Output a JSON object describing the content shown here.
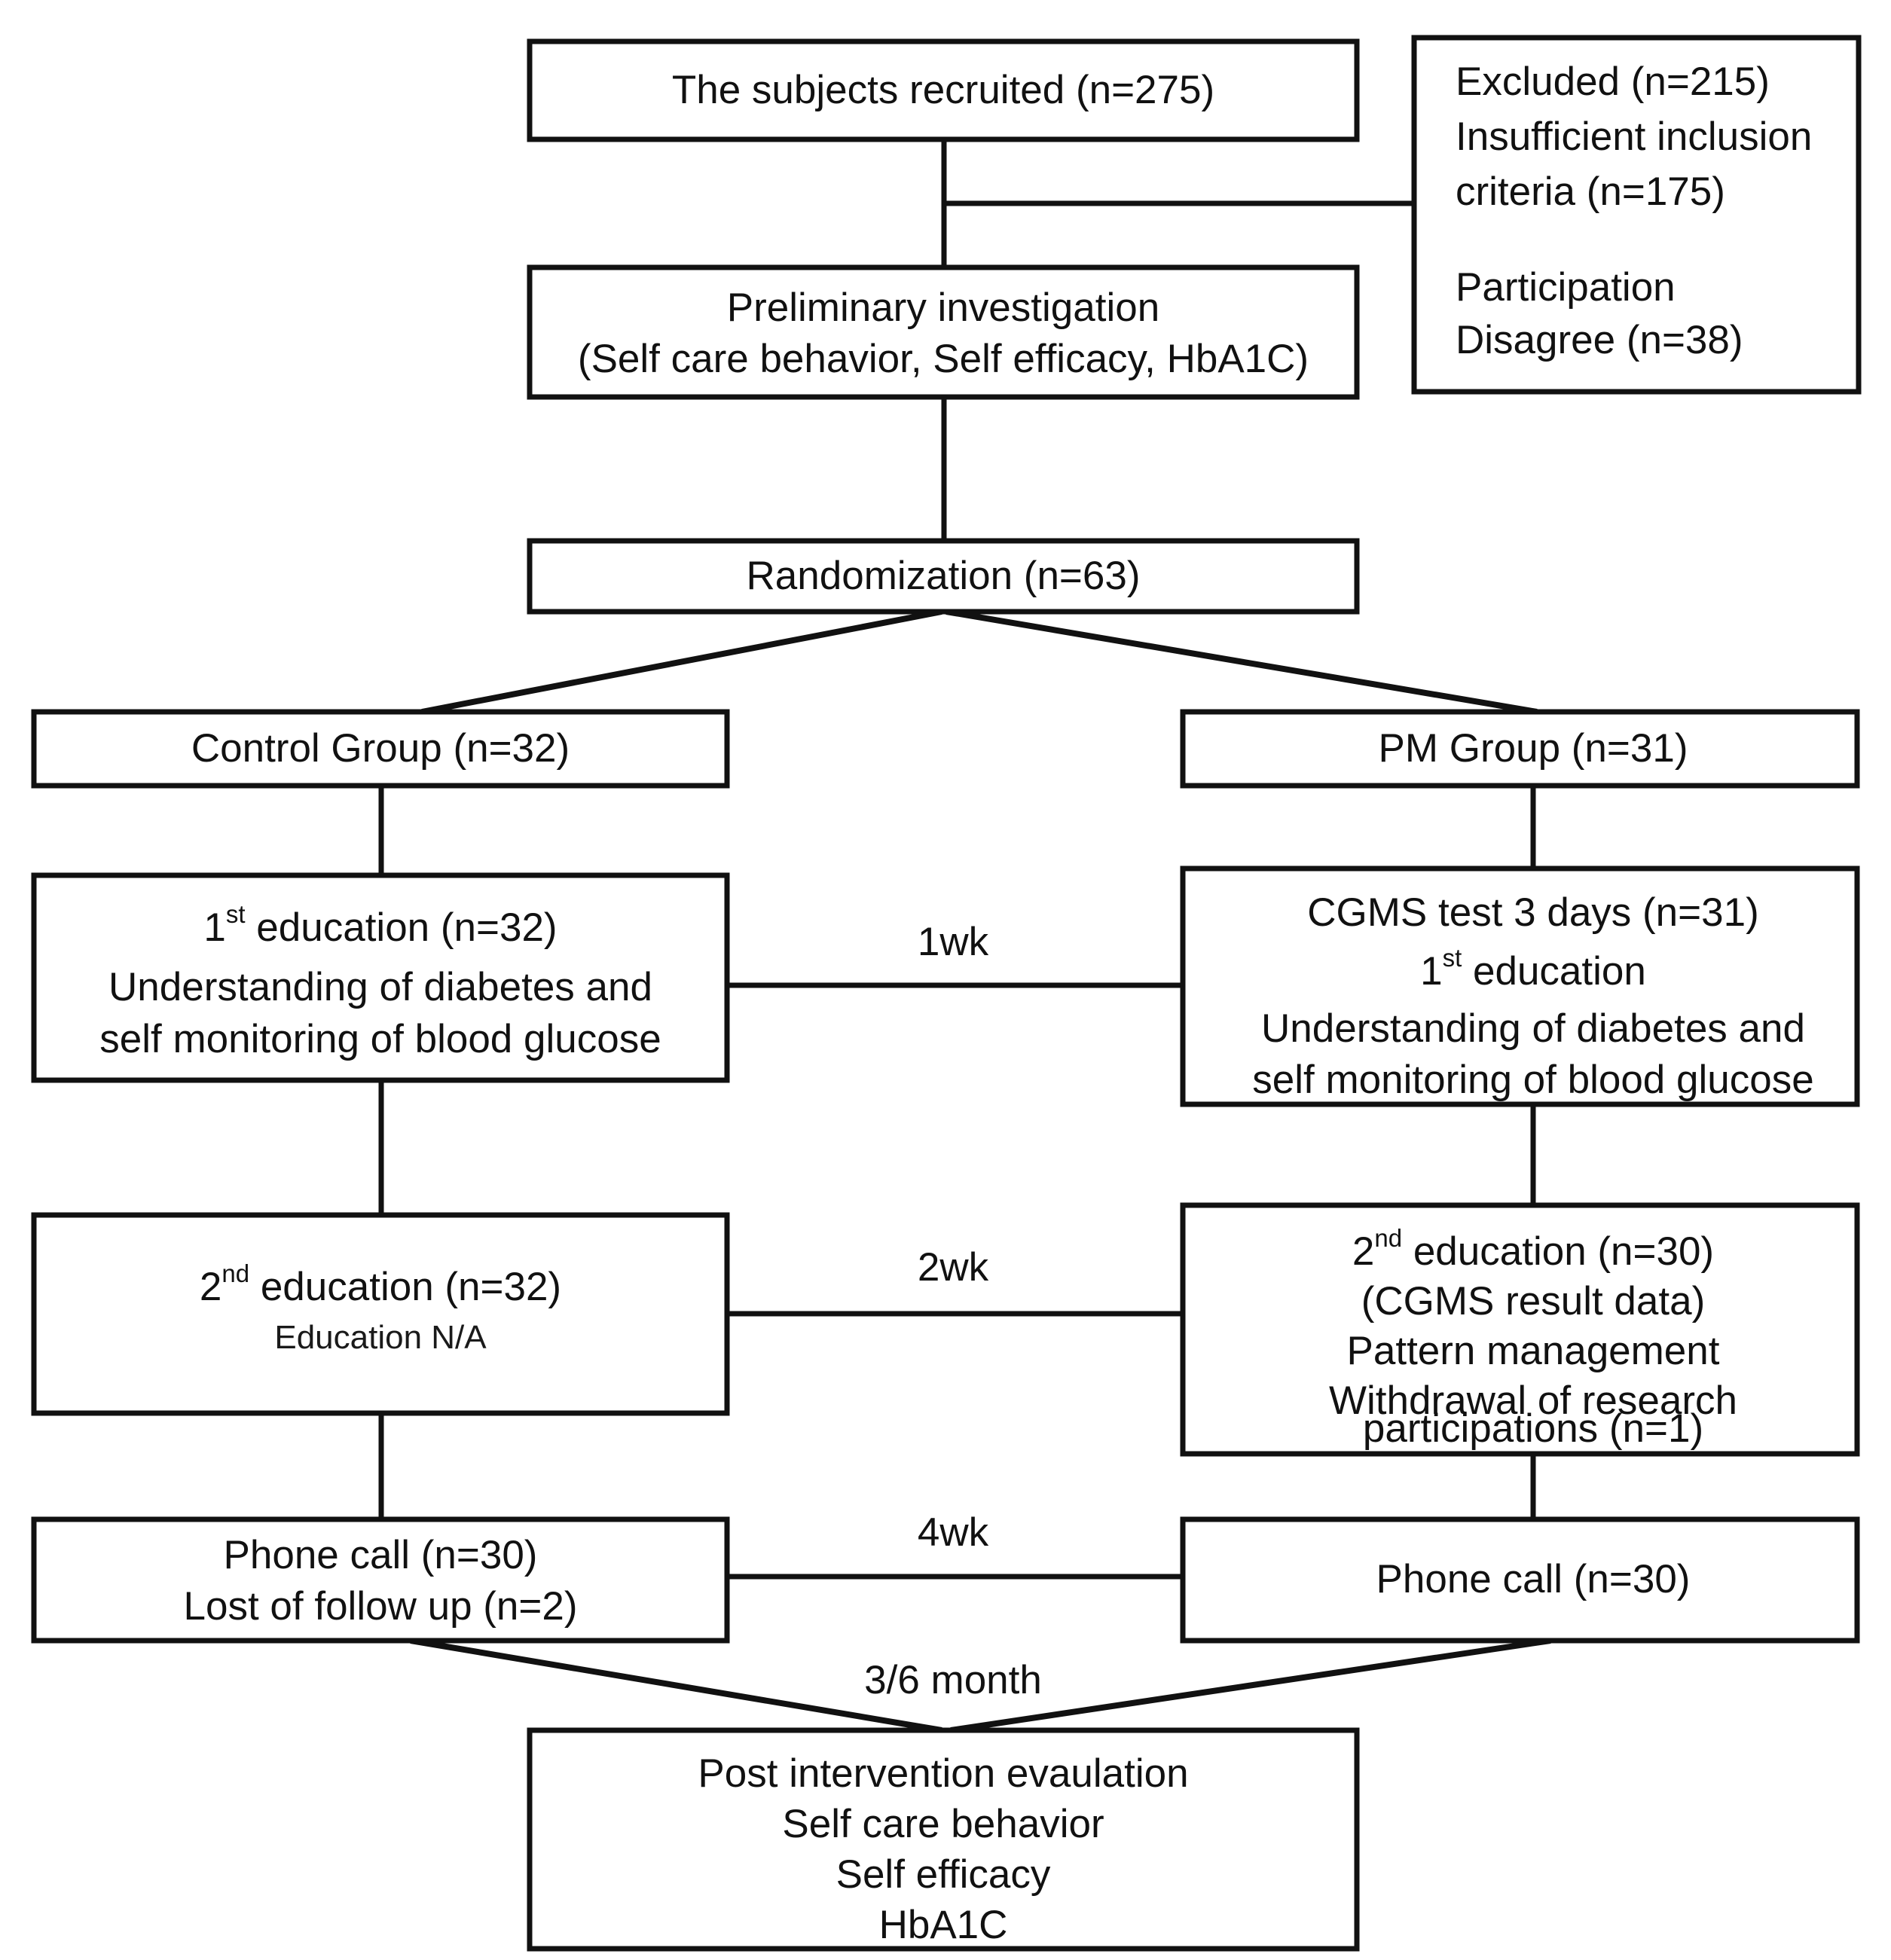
{
  "diagram": {
    "title": "CONSORT-style participant flow diagram",
    "type": "flowchart",
    "colors": {
      "box_border": "#111111",
      "box_fill": "#ffffff",
      "text": "#111111",
      "connector": "#111111"
    }
  },
  "nodes": {
    "recruited": {
      "lines": [
        "The subjects recruited (n=275)"
      ],
      "n": 275
    },
    "excluded": {
      "lines": [
        "Excluded (n=215)",
        "Insufficient inclusion",
        "criteria (n=175)",
        "",
        "Participation",
        "Disagree (n=38)"
      ],
      "n": 215,
      "insufficient_inclusion_criteria": 175,
      "participation_disagree": 38
    },
    "preliminary": {
      "lines": [
        "Preliminary investigation",
        "(Self care behavior, Self efficacy, HbA1C)"
      ]
    },
    "randomization": {
      "lines": [
        "Randomization  (n=63)"
      ],
      "n": 63
    },
    "control_group": {
      "lines": [
        "Control Group (n=32)"
      ],
      "n": 32
    },
    "pm_group": {
      "lines": [
        "PM Group (n=31)"
      ],
      "n": 31
    },
    "control_edu1": {
      "line1_pre": "1",
      "line1_sup": "st",
      "line1_post": " education (n=32)",
      "lines": [
        "Understanding of diabetes and",
        "self monitoring of blood glucose"
      ],
      "n": 32
    },
    "pm_edu1": {
      "line0": "CGMS test 3 days (n=31)",
      "line1_pre": "1",
      "line1_sup": "st",
      "line1_post": " education",
      "lines": [
        "Understanding of diabetes and",
        "self monitoring of blood glucose"
      ],
      "n": 31
    },
    "control_edu2": {
      "line1_pre": "2",
      "line1_sup": "nd",
      "line1_post": " education (n=32)",
      "note": "Education N/A",
      "n": 32
    },
    "pm_edu2": {
      "line1_pre": "2",
      "line1_sup": "nd",
      "line1_post": " education (n=30)",
      "lines": [
        "(CGMS result data)",
        "Pattern management",
        "Withdrawal of research",
        "participations (n=1)"
      ],
      "n": 30,
      "withdrawal": 1
    },
    "control_phone": {
      "lines": [
        "Phone call (n=30)",
        "Lost of follow up (n=2)"
      ],
      "n": 30,
      "lost_to_follow_up": 2
    },
    "pm_phone": {
      "lines": [
        "Phone call (n=30)"
      ],
      "n": 30
    },
    "post_eval": {
      "lines": [
        "Post intervention evaulation",
        "Self care behavior",
        "Self efficacy",
        "HbA1C"
      ]
    }
  },
  "edge_labels": {
    "wk1": "1wk",
    "wk2": "2wk",
    "wk4": "4wk",
    "month36": "3/6 month"
  }
}
